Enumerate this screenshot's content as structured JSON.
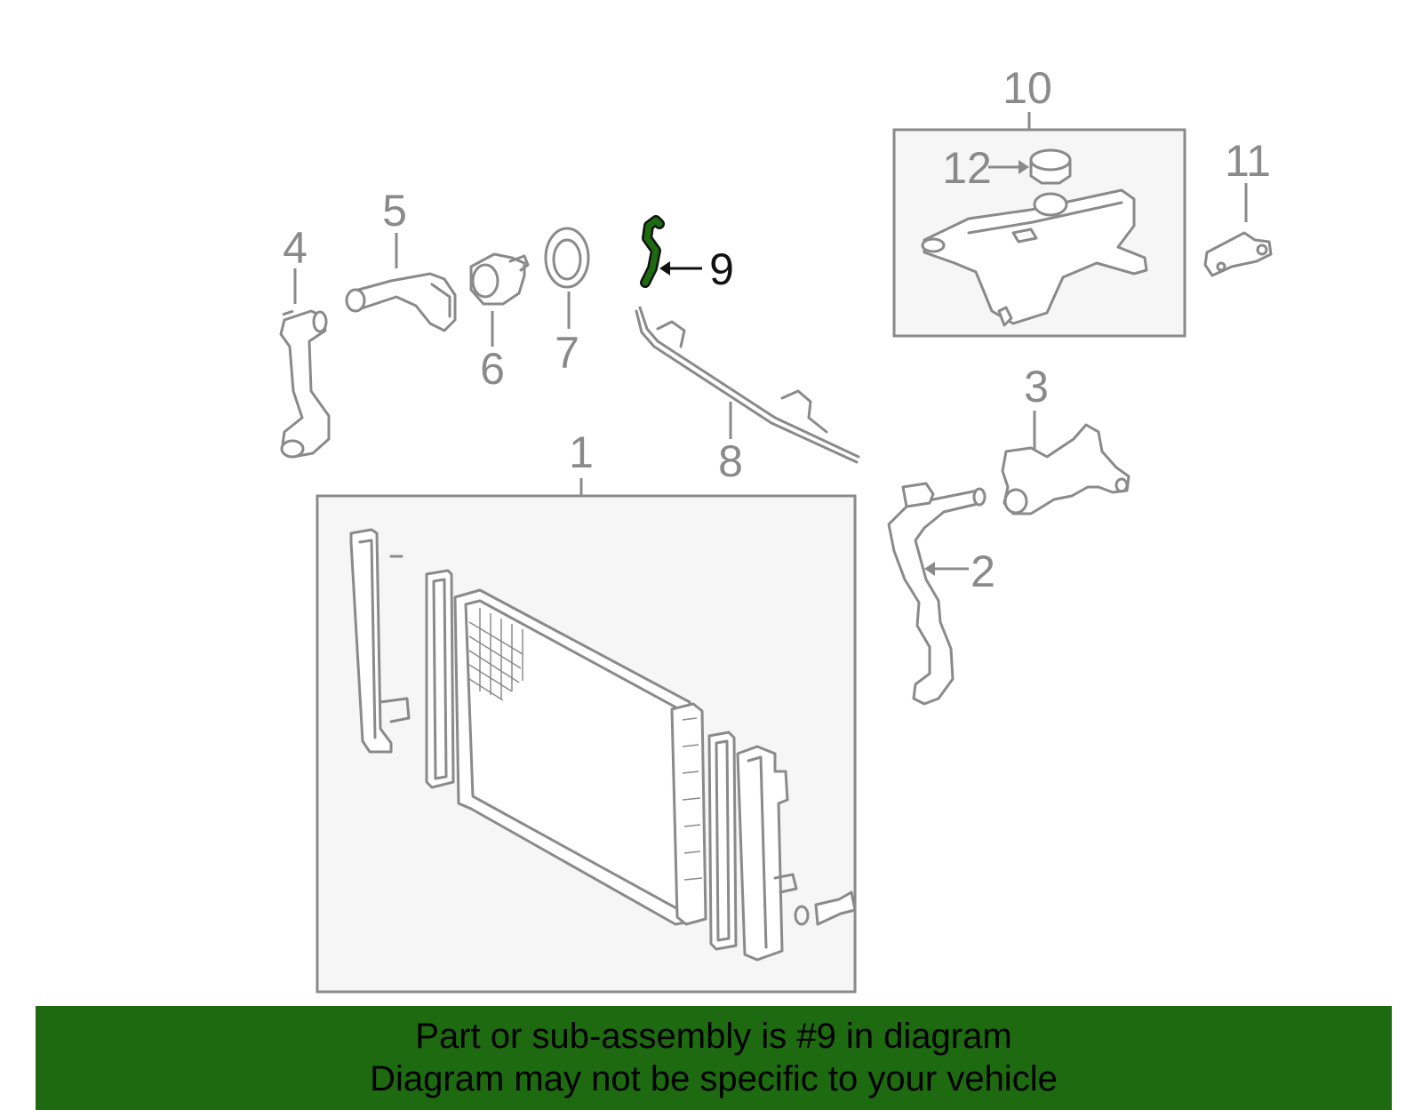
{
  "colors": {
    "banner": "#1d6a10",
    "highlight": "#1d6a10",
    "line": "#8a8a8a"
  },
  "callouts": {
    "c1": "1",
    "c2": "2",
    "c3": "3",
    "c4": "4",
    "c5": "5",
    "c6": "6",
    "c7": "7",
    "c8": "8",
    "c9": "9",
    "c10": "10",
    "c11": "11",
    "c12": "12"
  },
  "highlighted_part": "9",
  "banner": {
    "line1": "Part or sub-assembly is #9 in diagram",
    "line2": "Diagram may not be specific to your vehicle"
  }
}
